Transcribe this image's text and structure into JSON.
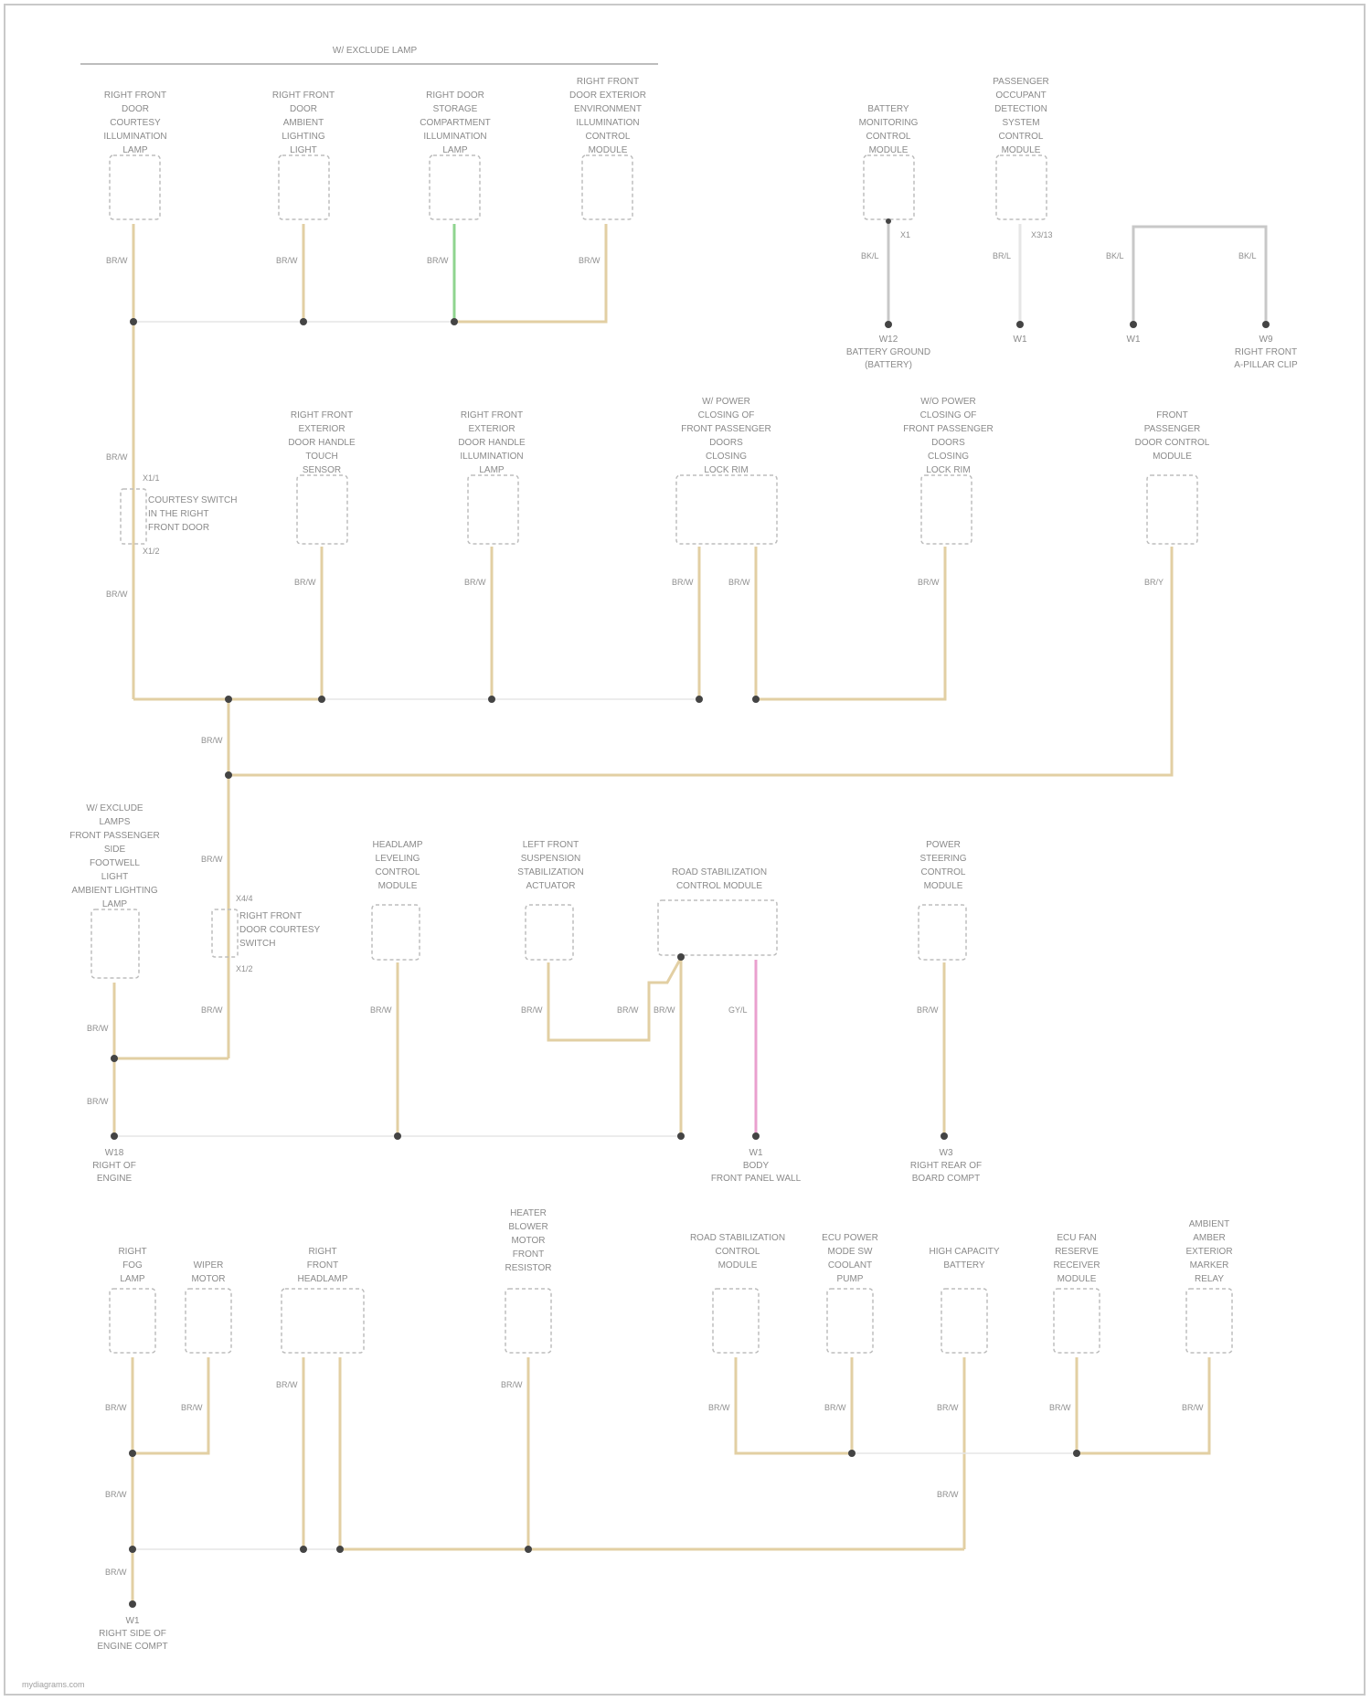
{
  "diagram": {
    "bracket_label": "W/ EXCLUDE LAMP",
    "footer": "mydiagrams.com"
  },
  "colors": {
    "wire_tan": "#e2cfa3",
    "wire_gray": "#c8c8c8",
    "wire_green": "#8fd48f",
    "wire_pink": "#eaa0cf",
    "wire_light": "#e6e6e6",
    "component_border": "#bdbdbd",
    "text": "#8a8a8a"
  },
  "components": [
    {
      "id": "c1",
      "label": "RIGHT FRONT\nDOOR\nCOURTESY\nILLUMINATION\nLAMP",
      "wire": "BR/W"
    },
    {
      "id": "c2",
      "label": "RIGHT FRONT\nDOOR\nAMBIENT\nLIGHTING\nLIGHT",
      "wire": "BR/W"
    },
    {
      "id": "c3",
      "label": "RIGHT DOOR\nSTORAGE\nCOMPARTMENT\nILLUMINATION\nLAMP",
      "wire": "BR/W"
    },
    {
      "id": "c4",
      "label": "RIGHT FRONT\nDOOR EXTERIOR\nENVIRONMENT\nILLUMINATION\nCONTROL\nMODULE",
      "wire": "BR/W"
    },
    {
      "id": "c5",
      "label": "BATTERY\nMONITORING\nCONTROL\nMODULE",
      "wire": "BK/L",
      "pin": "X1"
    },
    {
      "id": "c6",
      "label": "PASSENGER\nOCCUPANT\nDETECTION\nSYSTEM\nCONTROL\nMODULE",
      "wire": "BR/L",
      "pin": "X3/13"
    },
    {
      "id": "c7",
      "label": "RIGHT FRONT\nEXTERIOR\nDOOR HANDLE\nTOUCH\nSENSOR",
      "wire": "BR/W"
    },
    {
      "id": "c8",
      "label": "RIGHT FRONT\nEXTERIOR\nDOOR HANDLE\nILLUMINATION\nLAMP",
      "wire": "BR/W"
    },
    {
      "id": "c9",
      "label": "W/ POWER\nCLOSING OF\nFRONT PASSENGER\nDOORS\nCLOSING\nLOCK RIM",
      "wire": "BR/W"
    },
    {
      "id": "c10",
      "label": "W/O POWER\nCLOSING OF\nFRONT PASSENGER\nDOORS\nCLOSING\nLOCK RIM",
      "wire": "BR/W"
    },
    {
      "id": "c11",
      "label": "FRONT\nPASSENGER\nDOOR CONTROL\nMODULE",
      "wire": "BR/Y"
    },
    {
      "id": "c12",
      "label": "W/ EXCLUDE\nLAMPS\nFRONT PASSENGER\nSIDE\nFOOTWELL\nLIGHT\nAMBIENT LIGHTING\nLAMP",
      "wire": "BR/W"
    },
    {
      "id": "c13",
      "label": "HEADLAMP\nLEVELING\nCONTROL\nMODULE",
      "wire": "BR/W"
    },
    {
      "id": "c14",
      "label": "LEFT FRONT\nSUSPENSION\nSTABILIZATION\nACTUATOR",
      "wire": "BR/W"
    },
    {
      "id": "c15",
      "label": "ROAD STABILIZATION\nCONTROL MODULE",
      "wire": "BR/W"
    },
    {
      "id": "c16",
      "label": "POWER\nSTEERING\nCONTROL\nMODULE",
      "wire": "BR/W"
    },
    {
      "id": "c17",
      "label": "RIGHT\nFOG\nLAMP",
      "wire": "BR/W"
    },
    {
      "id": "c18",
      "label": "WIPER\nMOTOR",
      "wire": "BR/W"
    },
    {
      "id": "c19",
      "label": "RIGHT\nFRONT\nHEADLAMP",
      "wire": "BR/W"
    },
    {
      "id": "c20",
      "label": "HEATER\nBLOWER\nMOTOR\nFRONT\nRESISTOR",
      "wire": "BR/W"
    },
    {
      "id": "c21",
      "label": "ROAD STABILIZATION\nCONTROL\nMODULE",
      "wire": "BR/W"
    },
    {
      "id": "c22",
      "label": "ECU POWER\nMODE SW\nCOOLANT\nPUMP",
      "wire": "BR/W"
    },
    {
      "id": "c23",
      "label": "HIGH CAPACITY\nBATTERY",
      "wire": "BR/W"
    },
    {
      "id": "c24",
      "label": "ECU FAN\nRESERVE\nRECEIVER\nMODULE",
      "wire": "BR/W"
    },
    {
      "id": "c25",
      "label": "AMBIENT\nAMBER\nEXTERIOR\nMARKER\nRELAY",
      "wire": "BR/W"
    }
  ],
  "inline_connectors": [
    {
      "id": "ic1",
      "label": "COURTESY SWITCH\nIN THE RIGHT\nFRONT DOOR",
      "pins": [
        "X1/1",
        "X1/2"
      ]
    },
    {
      "id": "ic2",
      "label": "RIGHT FRONT\nDOOR COURTESY\nSWITCH",
      "pins": [
        "X4/4",
        "X1/2"
      ]
    }
  ],
  "grounds": [
    {
      "id": "g1",
      "label": "W12\nBATTERY GROUND\n(BATTERY)"
    },
    {
      "id": "g2",
      "label": "W1"
    },
    {
      "id": "g3",
      "label": "W1"
    },
    {
      "id": "g4",
      "label": "W9\nRIGHT FRONT\nA-PILLAR CLIP"
    },
    {
      "id": "g5",
      "label": "W18\nRIGHT OF\nENGINE"
    },
    {
      "id": "g6",
      "label": "W1\nBODY\nFRONT PANEL WALL"
    },
    {
      "id": "g7",
      "label": "W3\nRIGHT REAR OF\nBOARD COMPT"
    },
    {
      "id": "g8",
      "label": "W1\nRIGHT SIDE OF\nENGINE COMPT"
    }
  ],
  "wire_labels": [
    "BR/W",
    "BR/W",
    "BR/W",
    "BR/W",
    "BK/L",
    "BR/L",
    "BK/L",
    "BK/L",
    "BR/W",
    "BR/W",
    "BR/W",
    "BR/W",
    "BR/W",
    "BR/W",
    "BR/W",
    "BR/Y",
    "BR/W",
    "BR/W",
    "BR/W",
    "BR/W",
    "BR/W",
    "BR/W",
    "BR/W",
    "BR/W",
    "BR/W",
    "GY/L",
    "BR/W",
    "BR/W",
    "BR/W",
    "BR/W",
    "BR/W",
    "BR/W",
    "BR/W",
    "BR/W",
    "BR/W",
    "BR/W",
    "BR/W",
    "BR/W",
    "BR/W"
  ]
}
